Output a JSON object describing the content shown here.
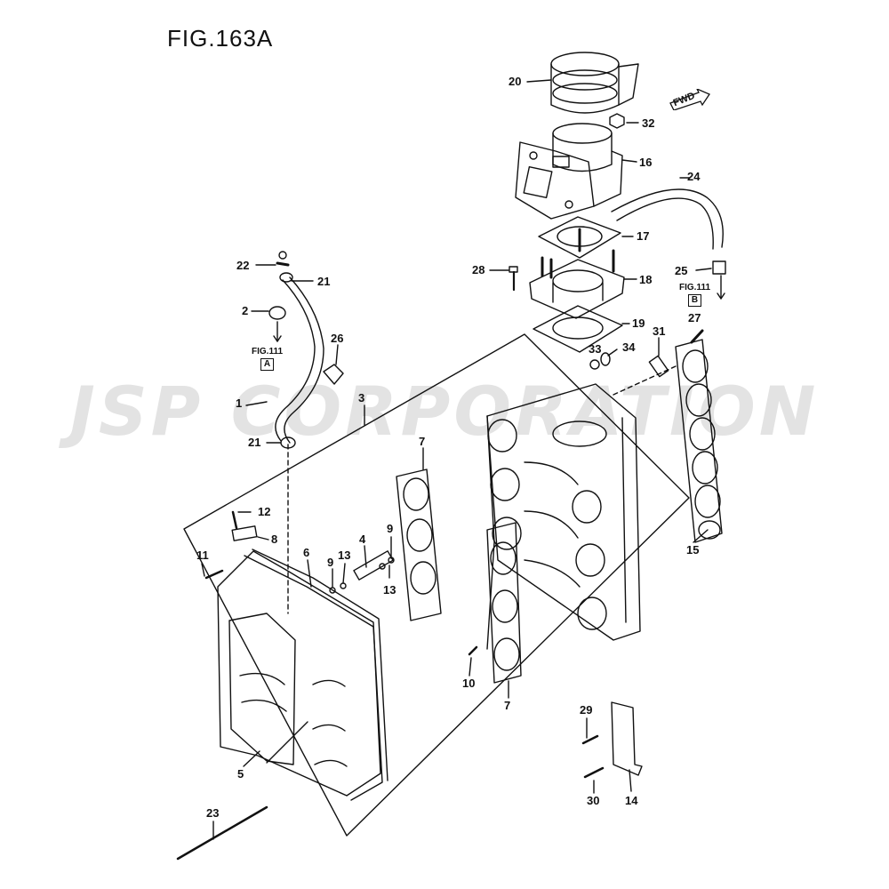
{
  "figure": {
    "title": "FIG.163A",
    "watermark": "JSP CORPORATION",
    "fwd_label": "FWD"
  },
  "references": [
    {
      "text": "FIG.111",
      "box": "A"
    },
    {
      "text": "FIG.111",
      "box": "B"
    }
  ],
  "callouts": [
    "20",
    "32",
    "16",
    "24",
    "17",
    "28",
    "18",
    "25",
    "27",
    "19",
    "31",
    "33",
    "34",
    "22",
    "21",
    "2",
    "26",
    "1",
    "3",
    "21",
    "7",
    "12",
    "8",
    "11",
    "6",
    "9",
    "13",
    "4",
    "9",
    "13",
    "15",
    "10",
    "7",
    "29",
    "5",
    "30",
    "14",
    "23"
  ]
}
